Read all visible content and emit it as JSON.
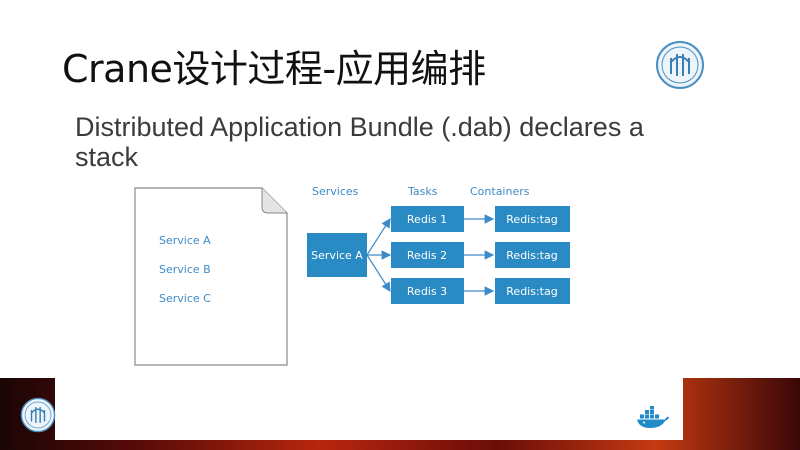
{
  "slide": {
    "title": "Crane设计过程-应用编排",
    "subtitle": "Distributed Application Bundle (.dab) declares a stack"
  },
  "diagram": {
    "column_headers": {
      "services": "Services",
      "tasks": "Tasks",
      "containers": "Containers"
    },
    "document_items": [
      "Service A",
      "Service B",
      "Service C"
    ],
    "service_node": "Service A",
    "task_nodes": [
      "Redis 1",
      "Redis 2",
      "Redis 3"
    ],
    "container_nodes": [
      "Redis:tag",
      "Redis:tag",
      "Redis:tag"
    ]
  },
  "colors": {
    "node_fill": "#2a8ac4",
    "text_blue": "#3d8bc9",
    "arrow": "#3d8bc9",
    "band_red": "#b8260f",
    "band_dark": "#2a0606"
  },
  "icons": [
    "university-seal-icon",
    "docker-whale-icon"
  ]
}
